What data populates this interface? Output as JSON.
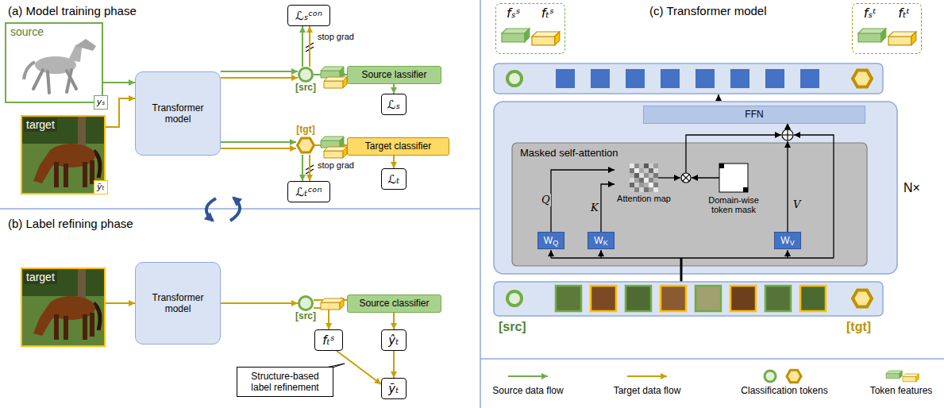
{
  "diagram": {
    "nodes": [
      {
        "text": [
          "source"
        ]
      },
      {
        "text": [
          "yₛ"
        ],
        "in": 0
      },
      {
        "text": [
          "target"
        ]
      },
      {
        "text": [
          "ỹₜ"
        ],
        "in": 2
      },
      {
        "text": [
          "Transformer model"
        ]
      },
      {
        "text": [
          "ℒₛᶜᵒⁿ"
        ]
      },
      {
        "text": [
          "[src]"
        ]
      },
      {
        "text": [
          "Source lassifier"
        ]
      },
      {
        "text": [
          "ℒₛ"
        ]
      },
      {
        "text": [
          "[tgt]"
        ]
      },
      {
        "text": [
          "Target classifier"
        ]
      },
      {
        "text": [
          "ℒₜ"
        ]
      },
      {
        "text": [
          "ℒₜᶜᵒⁿ"
        ]
      },
      {
        "text": [
          "target"
        ]
      },
      {
        "text": [
          "Transformer model"
        ]
      },
      {
        "text": [
          "[src]"
        ]
      },
      {
        "text": [
          "Source classifier"
        ]
      },
      {
        "text": [
          "fₜˢ"
        ]
      },
      {
        "text": [
          "ŷₜ"
        ]
      },
      {
        "text": [
          "Structure-based label refinement"
        ]
      },
      {
        "text": [
          "ỹₜ"
        ]
      },
      {
        "text": [
          "fₛˢ",
          "fₜˢ"
        ]
      },
      {
        "text": [
          "fₛᵗ",
          "fₜᵗ"
        ]
      },
      {
        "text": [
          "N×"
        ]
      },
      {
        "text": [
          "FFN"
        ],
        "in": 23
      },
      {
        "text": [
          "Masked self-attention"
        ],
        "in": 23
      },
      {
        "text": [
          "W",
          "Q"
        ],
        "in": 25
      },
      {
        "text": [
          "W",
          "K"
        ],
        "in": 25
      },
      {
        "text": [
          "Attention map"
        ],
        "in": 25
      },
      {
        "text": [
          "Domain-wise token mask"
        ],
        "in": 25
      },
      {
        "text": [
          "W",
          "V"
        ],
        "in": 25
      }
    ],
    "edges": [
      {
        "from": 0,
        "to": 4,
        "arrow": "to"
      },
      {
        "from": 2,
        "to": 4,
        "arrow": "to"
      },
      {
        "from": 4,
        "to": 6,
        "arrow": "to"
      },
      {
        "from": 4,
        "to": 6,
        "arrow": "to"
      },
      {
        "from": 4,
        "to": 9,
        "arrow": "to"
      },
      {
        "from": 4,
        "to": 9,
        "arrow": "to"
      },
      {
        "from": 6,
        "to": 7,
        "arrow": "to"
      },
      {
        "from": 7,
        "to": 8,
        "arrow": "to"
      },
      {
        "from": 6,
        "to": 5,
        "arrow": "to"
      },
      {
        "from": 6,
        "to": 5,
        "arrow": "to"
      },
      {
        "from": 9,
        "to": 10,
        "arrow": "to"
      },
      {
        "from": 10,
        "to": 11,
        "arrow": "to"
      },
      {
        "from": 9,
        "to": 12,
        "arrow": "to"
      },
      {
        "from": 9,
        "to": 12,
        "arrow": "to"
      },
      {
        "from": 13,
        "to": 14,
        "arrow": "to"
      },
      {
        "from": 14,
        "to": 15,
        "arrow": "to"
      },
      {
        "from": 15,
        "to": 16,
        "arrow": "to"
      },
      {
        "from": 15,
        "to": 17,
        "arrow": "to"
      },
      {
        "from": 16,
        "to": 18,
        "arrow": "to"
      },
      {
        "from": 17,
        "to": 20,
        "arrow": "to"
      },
      {
        "from": 18,
        "to": 20,
        "arrow": "to"
      },
      {
        "from": 26,
        "to": 28,
        "label": "Q",
        "arrow": "to"
      },
      {
        "from": 27,
        "to": 28,
        "label": "K",
        "arrow": "to"
      }
    ],
    "labels": [
      "(a) Model training phase",
      "stop grad",
      "stop grad",
      "(b) Label refining phase",
      "(c) Transformer model",
      "V",
      "[src]",
      "[tgt]"
    ],
    "legend": [
      {
        "text": "Source data flow"
      },
      {
        "text": "Target data flow"
      },
      {
        "text": "Classification tokens"
      },
      {
        "text": "Token features"
      }
    ]
  }
}
